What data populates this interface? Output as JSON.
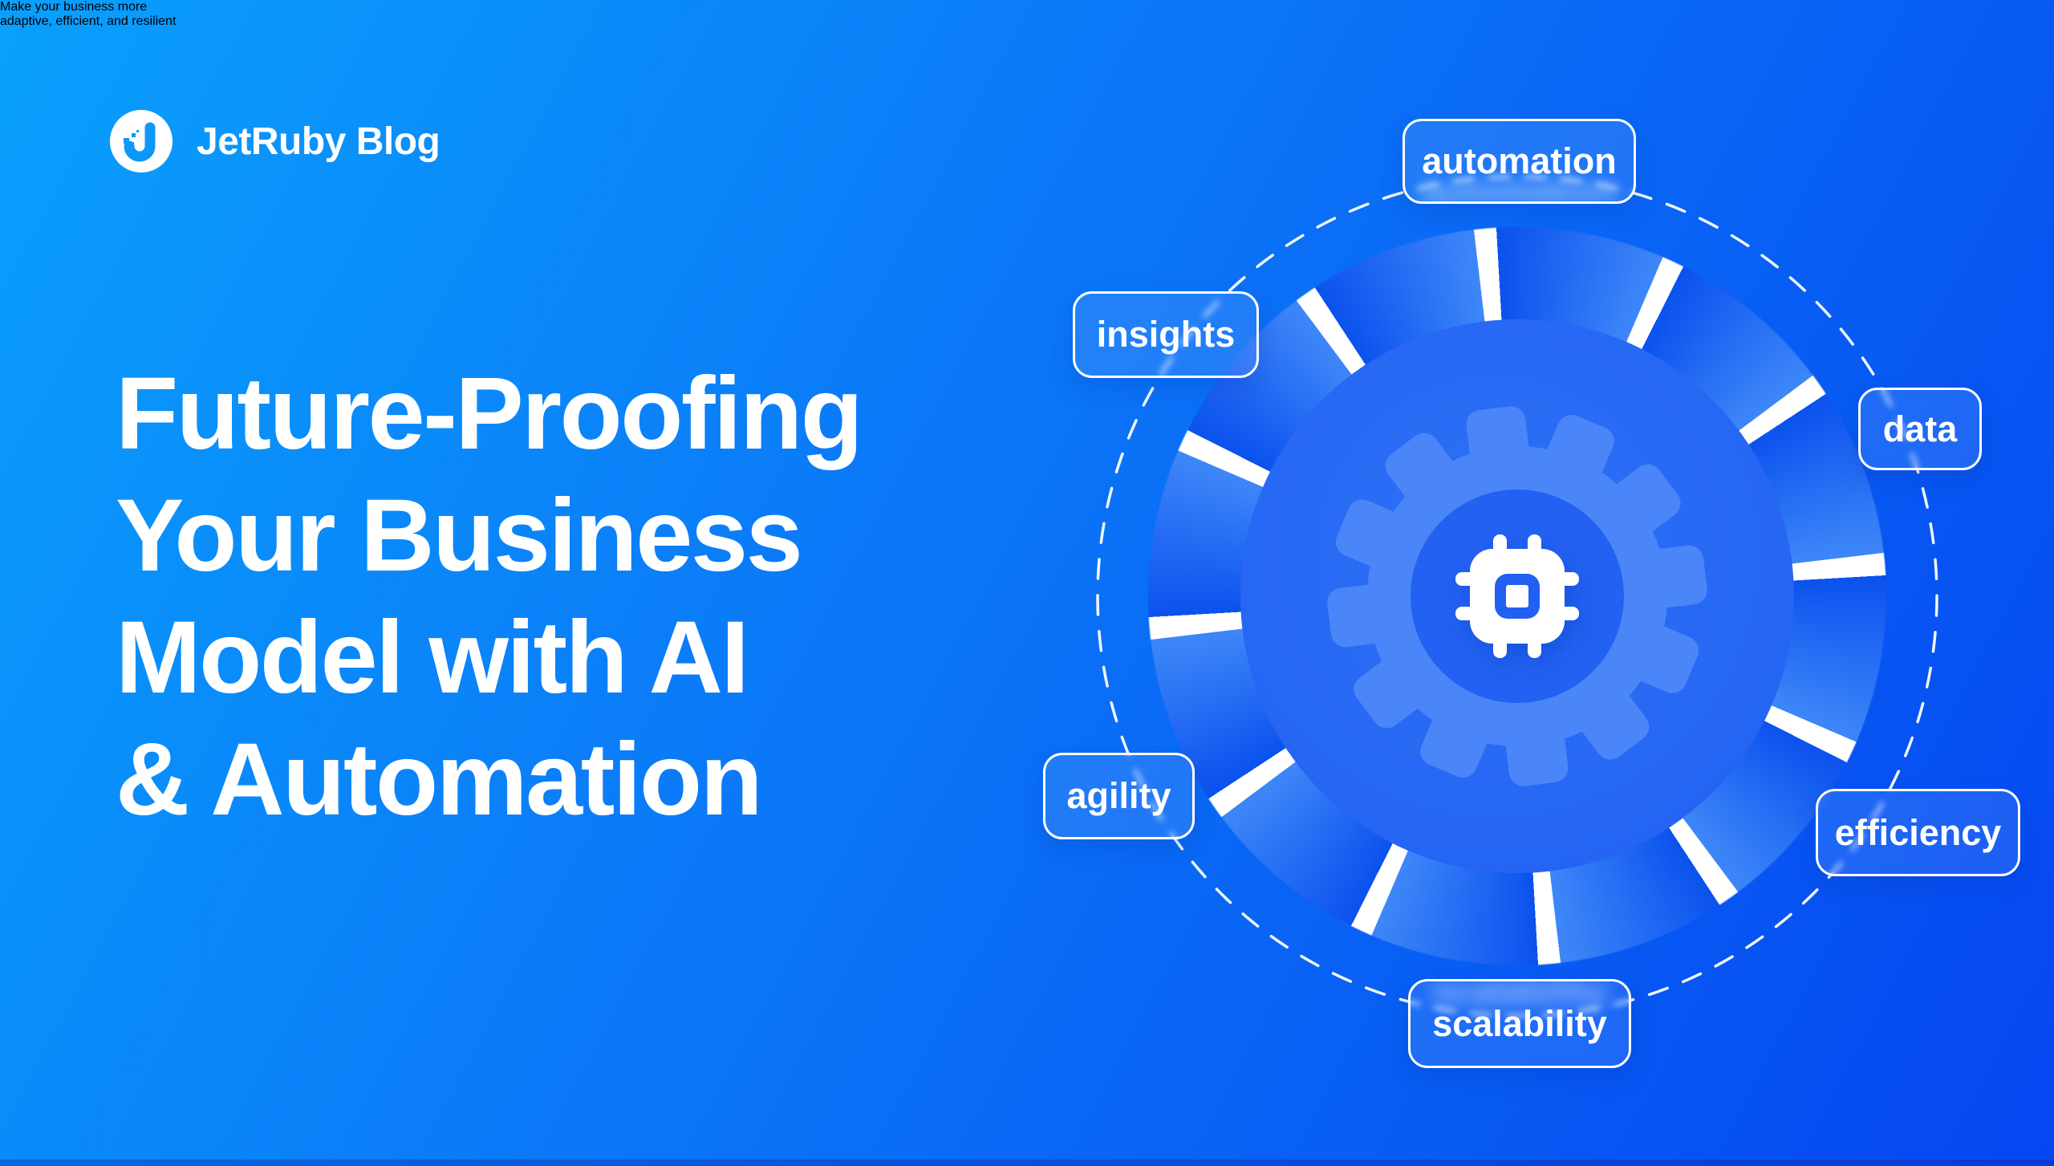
{
  "brand": {
    "name": "JetRuby Blog",
    "logo_letter": "J"
  },
  "hero": {
    "title_lines": [
      "Future-Proofing",
      "Your Business",
      "Model with AI",
      "& Automation"
    ],
    "subtitle_lines": [
      "Make your business more",
      "adaptive, efficient, and resilient"
    ]
  },
  "diagram": {
    "center_icon": "cpu-chip-inside-gear",
    "segments_count": 12,
    "labels": [
      {
        "text": "automation"
      },
      {
        "text": "insights"
      },
      {
        "text": "data"
      },
      {
        "text": "agility"
      },
      {
        "text": "efficiency"
      },
      {
        "text": "scalability"
      }
    ]
  },
  "colors": {
    "background_top_left": "#0AA0FC",
    "background_mid": "#0B74F7",
    "background_bottom_right": "#0546F1",
    "wedge_dark": "#0B52EE",
    "wedge_light": "#3E87F8",
    "inner_circle": "#2565F3",
    "gear": "#4A86F8",
    "gear_hole": "#2361F2",
    "logo_j": "#0D97F9",
    "text": "#FFFFFF"
  }
}
